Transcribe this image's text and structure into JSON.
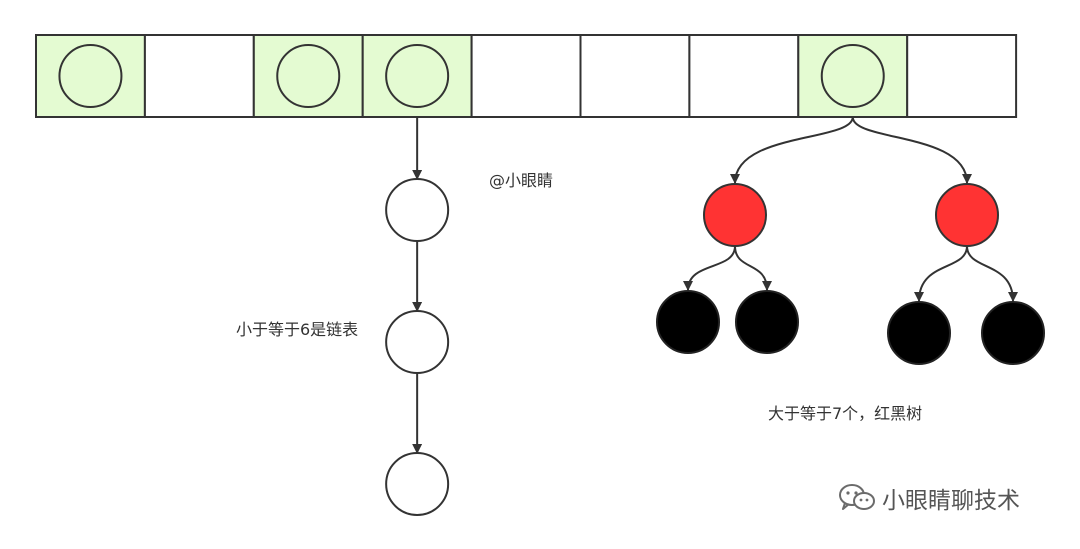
{
  "array": {
    "cells": [
      {
        "filled": true
      },
      {
        "filled": false
      },
      {
        "filled": true
      },
      {
        "filled": true
      },
      {
        "filled": false
      },
      {
        "filled": false
      },
      {
        "filled": false
      },
      {
        "filled": true
      },
      {
        "filled": false
      }
    ],
    "filled_color": "#e4fbd2",
    "empty_color": "#ffffff"
  },
  "linked_list": {
    "source_cell": 3,
    "node_count": 3,
    "label": "小于等于6是链表"
  },
  "tree": {
    "source_cell": 7,
    "red_color": "#ff3333",
    "black_color": "#000000",
    "label": "大于等于7个，红黑树"
  },
  "credit": "@小眼睛",
  "watermark": {
    "text": "小眼睛聊技术",
    "icon": "wechat-icon"
  }
}
